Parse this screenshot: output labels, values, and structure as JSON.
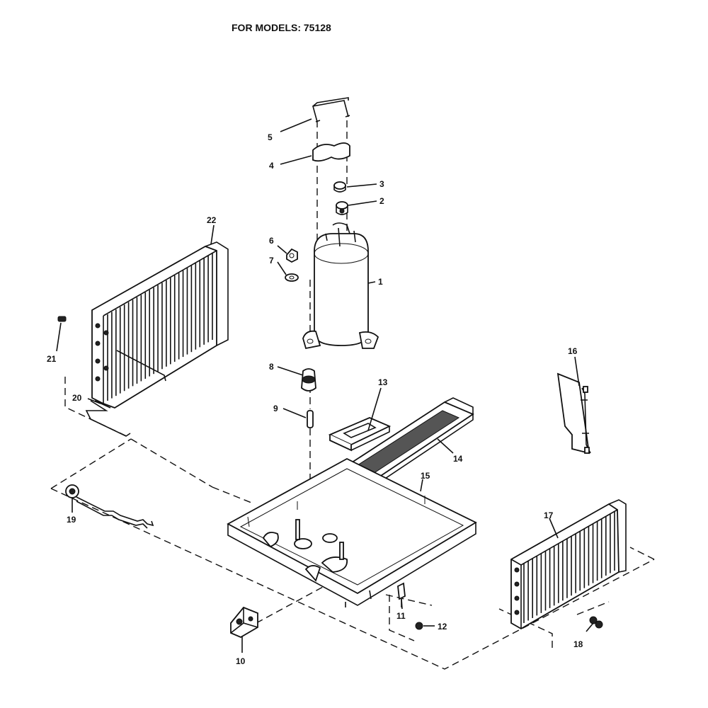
{
  "header": {
    "title": "FOR MODELS: 75128"
  },
  "callouts": {
    "c1": "1",
    "c2": "2",
    "c3": "3",
    "c4": "4",
    "c5": "5",
    "c6": "6",
    "c7": "7",
    "c8": "8",
    "c9": "9",
    "c10": "10",
    "c11": "11",
    "c12": "12",
    "c13": "13",
    "c14": "14",
    "c15": "15",
    "c16": "16",
    "c17": "17",
    "c18": "18",
    "c19": "19",
    "c20": "20",
    "c21": "21",
    "c22": "22"
  }
}
